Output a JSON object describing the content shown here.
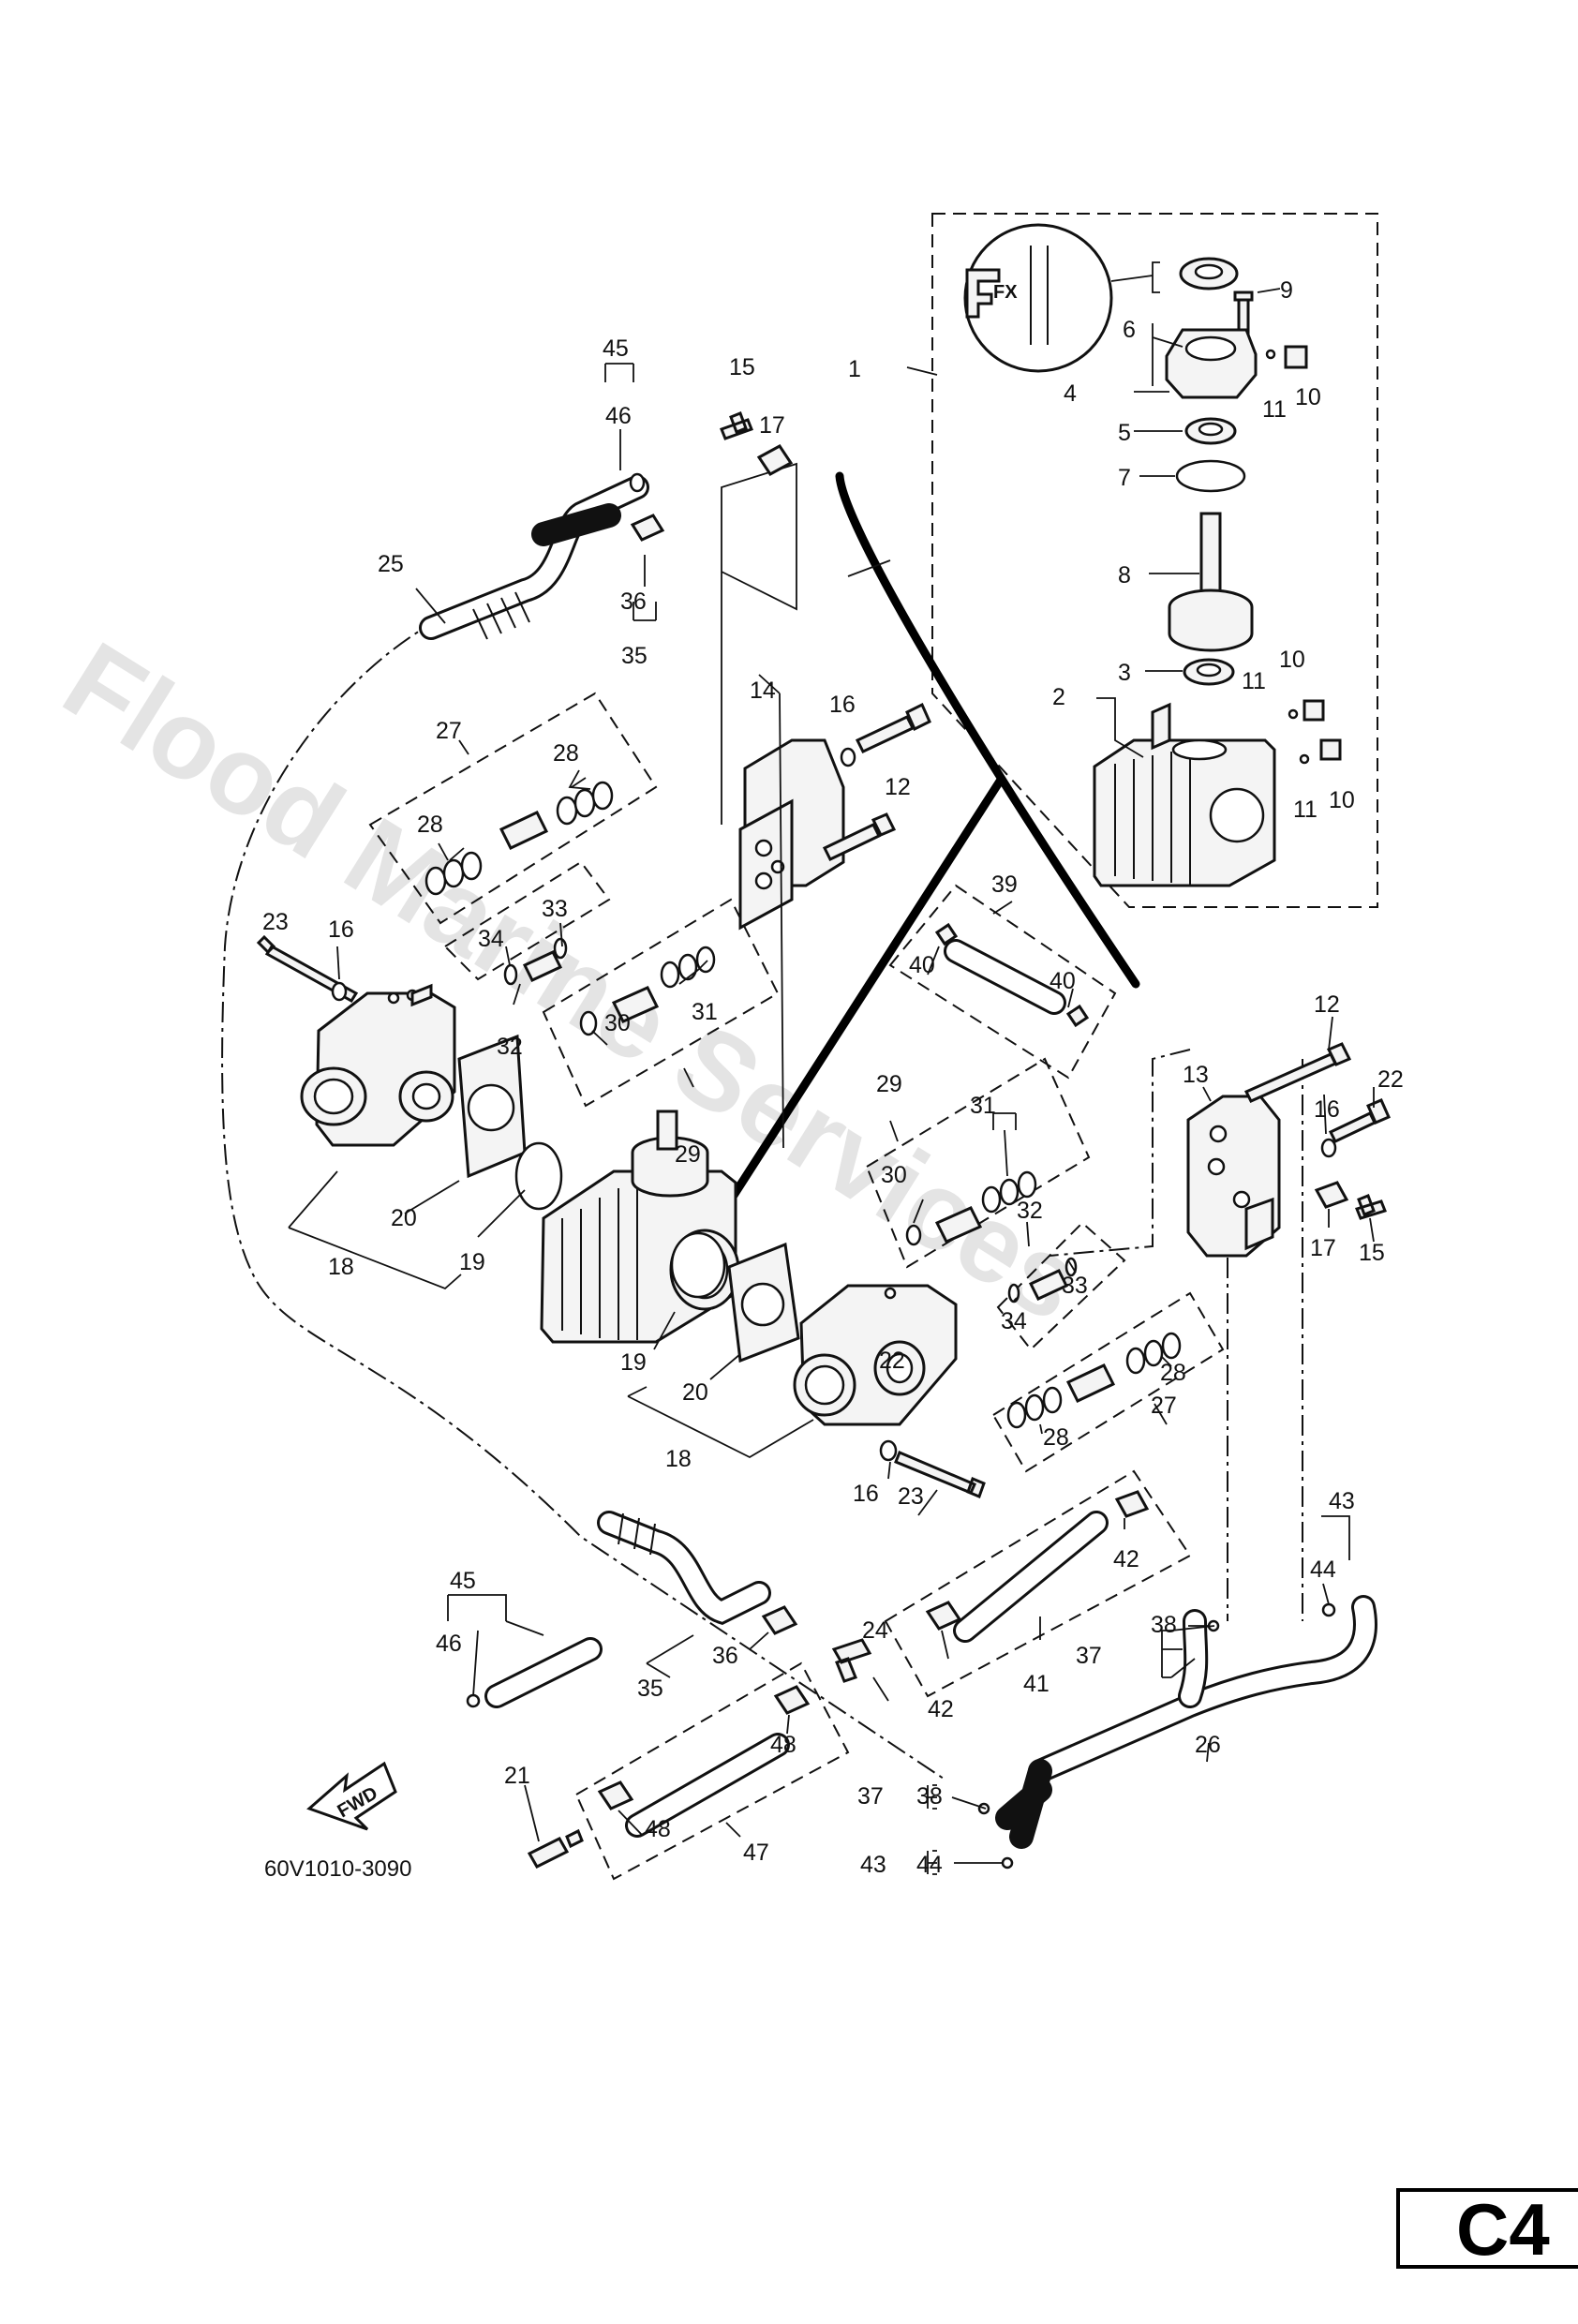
{
  "diagram": {
    "drawing_code": "60V1010-3090",
    "page_code": "C4",
    "watermark": "Flood Marine Services",
    "forward_label": "FWD",
    "stamp_label": "FX",
    "callouts": [
      {
        "id": "c1",
        "text": "1"
      },
      {
        "id": "c2",
        "text": "2"
      },
      {
        "id": "c3",
        "text": "3"
      },
      {
        "id": "c4",
        "text": "4"
      },
      {
        "id": "c5",
        "text": "5"
      },
      {
        "id": "c6",
        "text": "6"
      },
      {
        "id": "c7",
        "text": "7"
      },
      {
        "id": "c8",
        "text": "8"
      },
      {
        "id": "c9",
        "text": "9"
      },
      {
        "id": "c10a",
        "text": "10"
      },
      {
        "id": "c10b",
        "text": "10"
      },
      {
        "id": "c10c",
        "text": "10"
      },
      {
        "id": "c11a",
        "text": "11"
      },
      {
        "id": "c11b",
        "text": "11"
      },
      {
        "id": "c11c",
        "text": "11"
      },
      {
        "id": "c12a",
        "text": "12"
      },
      {
        "id": "c12b",
        "text": "12"
      },
      {
        "id": "c13",
        "text": "13"
      },
      {
        "id": "c14",
        "text": "14"
      },
      {
        "id": "c15a",
        "text": "15"
      },
      {
        "id": "c15b",
        "text": "15"
      },
      {
        "id": "c16a",
        "text": "16"
      },
      {
        "id": "c16b",
        "text": "16"
      },
      {
        "id": "c16c",
        "text": "16"
      },
      {
        "id": "c16d",
        "text": "16"
      },
      {
        "id": "c17a",
        "text": "17"
      },
      {
        "id": "c17b",
        "text": "17"
      },
      {
        "id": "c18a",
        "text": "18"
      },
      {
        "id": "c18b",
        "text": "18"
      },
      {
        "id": "c19a",
        "text": "19"
      },
      {
        "id": "c19b",
        "text": "19"
      },
      {
        "id": "c20a",
        "text": "20"
      },
      {
        "id": "c20b",
        "text": "20"
      },
      {
        "id": "c21",
        "text": "21"
      },
      {
        "id": "c22a",
        "text": "22"
      },
      {
        "id": "c22b",
        "text": "22"
      },
      {
        "id": "c23a",
        "text": "23"
      },
      {
        "id": "c23b",
        "text": "23"
      },
      {
        "id": "c24",
        "text": "24"
      },
      {
        "id": "c25",
        "text": "25"
      },
      {
        "id": "c26",
        "text": "26"
      },
      {
        "id": "c27a",
        "text": "27"
      },
      {
        "id": "c27b",
        "text": "27"
      },
      {
        "id": "c28a",
        "text": "28"
      },
      {
        "id": "c28b",
        "text": "28"
      },
      {
        "id": "c28c",
        "text": "28"
      },
      {
        "id": "c28d",
        "text": "28"
      },
      {
        "id": "c29a",
        "text": "29"
      },
      {
        "id": "c29b",
        "text": "29"
      },
      {
        "id": "c30a",
        "text": "30"
      },
      {
        "id": "c30b",
        "text": "30"
      },
      {
        "id": "c31a",
        "text": "31"
      },
      {
        "id": "c31b",
        "text": "31"
      },
      {
        "id": "c32a",
        "text": "32"
      },
      {
        "id": "c32b",
        "text": "32"
      },
      {
        "id": "c33a",
        "text": "33"
      },
      {
        "id": "c33b",
        "text": "33"
      },
      {
        "id": "c34a",
        "text": "34"
      },
      {
        "id": "c34b",
        "text": "34"
      },
      {
        "id": "c35a",
        "text": "35"
      },
      {
        "id": "c35b",
        "text": "35"
      },
      {
        "id": "c36a",
        "text": "36"
      },
      {
        "id": "c36b",
        "text": "36"
      },
      {
        "id": "c37a",
        "text": "37"
      },
      {
        "id": "c37b",
        "text": "37"
      },
      {
        "id": "c38a",
        "text": "38"
      },
      {
        "id": "c38b",
        "text": "38"
      },
      {
        "id": "c39",
        "text": "39"
      },
      {
        "id": "c40a",
        "text": "40"
      },
      {
        "id": "c40b",
        "text": "40"
      },
      {
        "id": "c41",
        "text": "41"
      },
      {
        "id": "c42a",
        "text": "42"
      },
      {
        "id": "c42b",
        "text": "42"
      },
      {
        "id": "c43a",
        "text": "43"
      },
      {
        "id": "c43b",
        "text": "43"
      },
      {
        "id": "c44a",
        "text": "44"
      },
      {
        "id": "c44b",
        "text": "44"
      },
      {
        "id": "c45a",
        "text": "45"
      },
      {
        "id": "c45b",
        "text": "45"
      },
      {
        "id": "c46a",
        "text": "46"
      },
      {
        "id": "c46b",
        "text": "46"
      },
      {
        "id": "c47",
        "text": "47"
      },
      {
        "id": "c48a",
        "text": "48"
      },
      {
        "id": "c48b",
        "text": "48"
      }
    ]
  }
}
